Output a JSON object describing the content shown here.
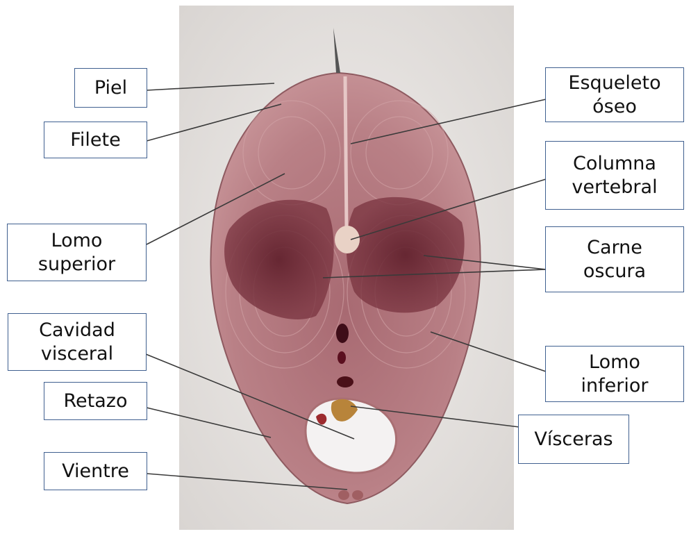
{
  "labels": {
    "piel": "Piel",
    "filete": "Filete",
    "lomo_superior": [
      "Lomo",
      "superior"
    ],
    "cavidad_visceral": [
      "Cavidad",
      "visceral"
    ],
    "retazo": "Retazo",
    "vientre": "Vientre",
    "esqueleto_oseo": [
      "Esqueleto",
      "óseo"
    ],
    "columna_vertebral": [
      "Columna",
      "vertebral"
    ],
    "carne_oscura": [
      "Carne",
      "oscura"
    ],
    "lomo_inferior": [
      "Lomo",
      "inferior"
    ],
    "visceras": "Vísceras"
  },
  "colors": {
    "label_border": "#3f5f8f",
    "leader_line": "#3a3a3a",
    "tray_background": "#e8e4e0",
    "flesh": "#b97f84",
    "dark_meat": "#6e2a34"
  }
}
